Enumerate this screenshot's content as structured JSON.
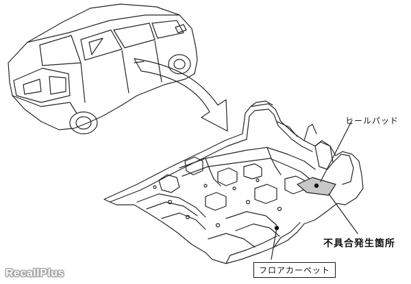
{
  "labels": {
    "heel_pad": "ヒールパッド",
    "defect_location": "不具合発生箇所",
    "floor_carpet": "フロアカーペット"
  },
  "watermark": "RecallPlus",
  "colors": {
    "line": "#222222",
    "highlight": "#c8c8c8",
    "background": "#ffffff"
  }
}
